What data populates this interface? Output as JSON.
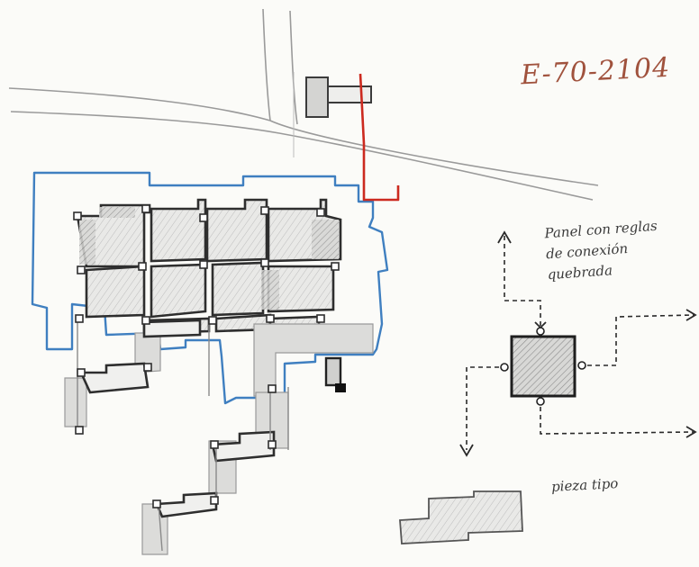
{
  "sketch": {
    "code": "E-70-2104",
    "panel_note": {
      "line1": "Panel con reglas",
      "line2": "de conexión",
      "line3": "quebrada"
    },
    "piece_label": "pieza tipo"
  },
  "colors": {
    "pencil": "#3b3b3b",
    "light_pencil": "#9a9a9a",
    "shading": "#c9c9c9",
    "site_outline": "#3f7fc0",
    "access_path": "#cc2a1f",
    "code_ink": "#a0523d"
  },
  "icons": [
    "connector-node-icon",
    "arrow-icon"
  ]
}
